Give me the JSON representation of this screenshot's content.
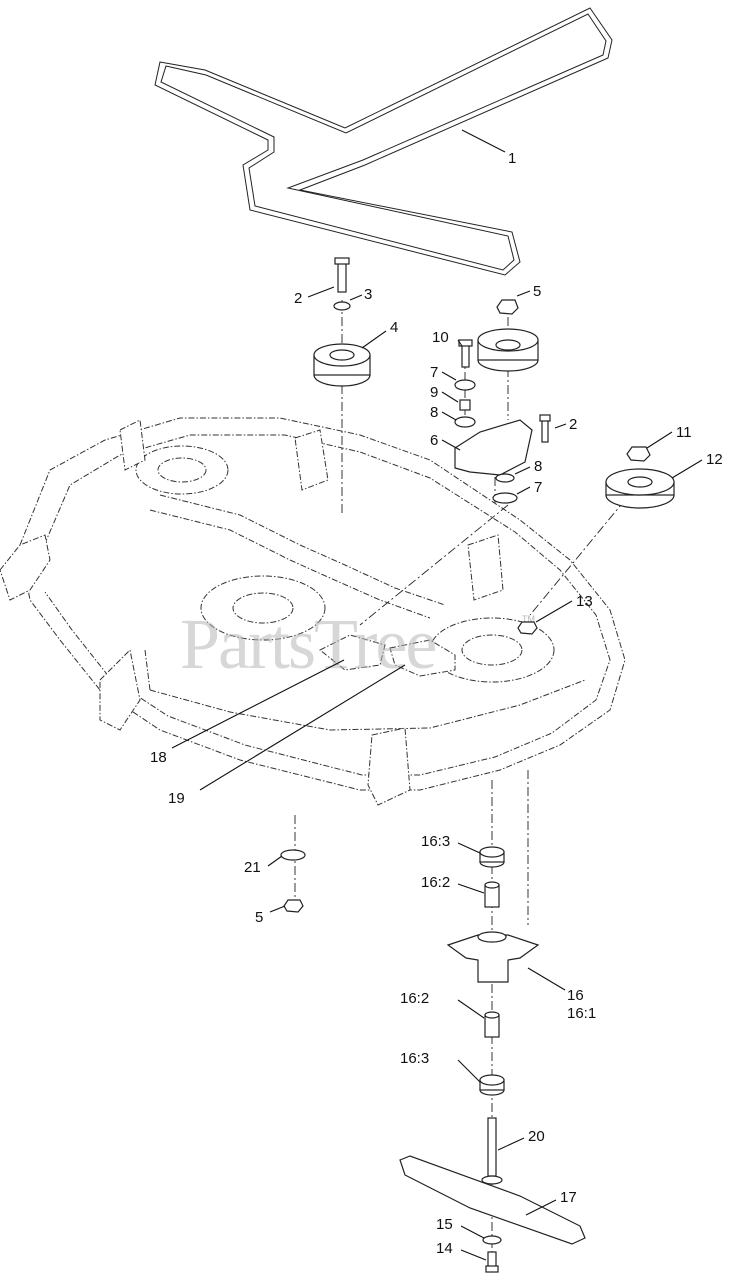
{
  "watermark": {
    "text": "PartsTree",
    "trademark": "TM"
  },
  "callouts": [
    {
      "id": "c1",
      "text": "1"
    },
    {
      "id": "c2a",
      "text": "2"
    },
    {
      "id": "c3",
      "text": "3"
    },
    {
      "id": "c4",
      "text": "4"
    },
    {
      "id": "c5a",
      "text": "5"
    },
    {
      "id": "c10",
      "text": "10"
    },
    {
      "id": "c7a",
      "text": "7"
    },
    {
      "id": "c9",
      "text": "9"
    },
    {
      "id": "c8a",
      "text": "8"
    },
    {
      "id": "c2b",
      "text": "2"
    },
    {
      "id": "c6",
      "text": "6"
    },
    {
      "id": "c8b",
      "text": "8"
    },
    {
      "id": "c7b",
      "text": "7"
    },
    {
      "id": "c11",
      "text": "11"
    },
    {
      "id": "c12",
      "text": "12"
    },
    {
      "id": "c13",
      "text": "13"
    },
    {
      "id": "c18",
      "text": "18"
    },
    {
      "id": "c19",
      "text": "19"
    },
    {
      "id": "c163a",
      "text": "16:3"
    },
    {
      "id": "c21",
      "text": "21"
    },
    {
      "id": "c162a",
      "text": "16:2"
    },
    {
      "id": "c5b",
      "text": "5"
    },
    {
      "id": "c16",
      "text": "16"
    },
    {
      "id": "c161",
      "text": "16:1"
    },
    {
      "id": "c162b",
      "text": "16:2"
    },
    {
      "id": "c163b",
      "text": "16:3"
    },
    {
      "id": "c20",
      "text": "20"
    },
    {
      "id": "c17",
      "text": "17"
    },
    {
      "id": "c15",
      "text": "15"
    },
    {
      "id": "c14",
      "text": "14"
    }
  ]
}
